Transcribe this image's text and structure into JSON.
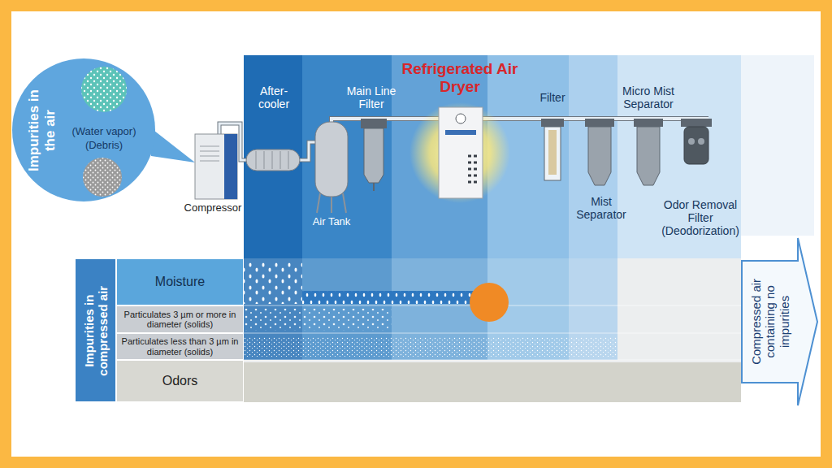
{
  "diagram": {
    "nodes": [
      {
        "text": [
          "Impurities in the air",
          "(Water vapor)",
          "(Debris)"
        ]
      },
      {
        "text": [
          "Impurities in compressed air"
        ]
      },
      {
        "text": [
          "Moisture"
        ]
      },
      {
        "text": [
          "Particulates 3 µm or more in diameter (solids)"
        ]
      },
      {
        "text": [
          "Particulates less than 3 µm in diameter (solids)"
        ]
      },
      {
        "text": [
          "Odors"
        ]
      },
      {
        "text": [
          "Compressed air containing no impurities"
        ]
      }
    ],
    "labels": [
      "Compressor",
      "After- cooler",
      "Air Tank",
      "Main Line Filter",
      "Refrigerated Air Dryer",
      "Filter",
      "Micro Mist Separator",
      "Mist Separator",
      "Odor Removal Filter (Deodorization)"
    ]
  }
}
